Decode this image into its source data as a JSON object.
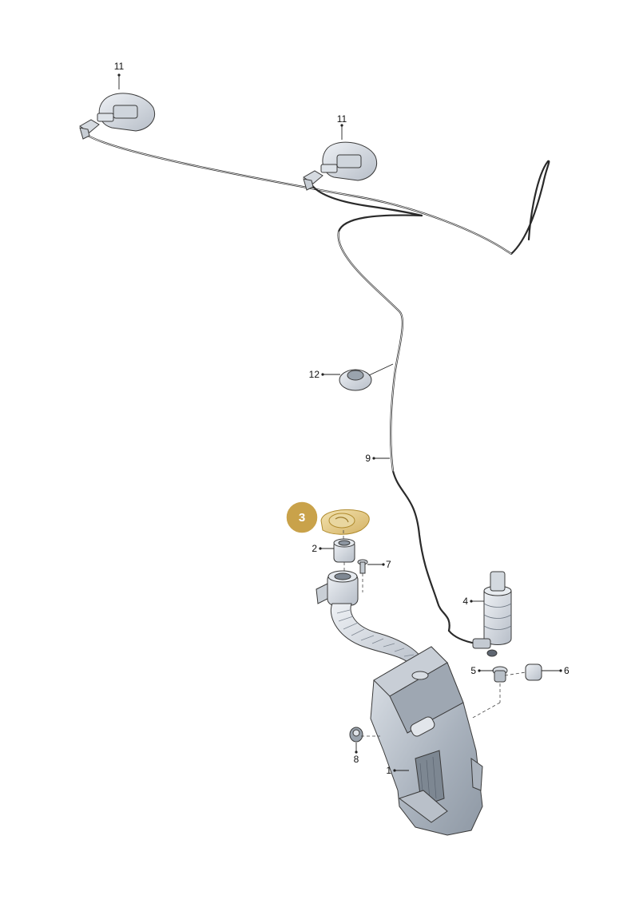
{
  "diagram": {
    "highlight": {
      "label": "3",
      "color": "#c9a24a"
    },
    "callouts": [
      {
        "id": "nozzle-left",
        "label": "11"
      },
      {
        "id": "nozzle-right",
        "label": "11"
      },
      {
        "id": "grommet",
        "label": "12"
      },
      {
        "id": "hose",
        "label": "9"
      },
      {
        "id": "adapter",
        "label": "2"
      },
      {
        "id": "screw",
        "label": "7"
      },
      {
        "id": "pump",
        "label": "4"
      },
      {
        "id": "seal",
        "label": "5"
      },
      {
        "id": "cap",
        "label": "6"
      },
      {
        "id": "nut",
        "label": "8"
      },
      {
        "id": "reservoir",
        "label": "1"
      }
    ]
  }
}
